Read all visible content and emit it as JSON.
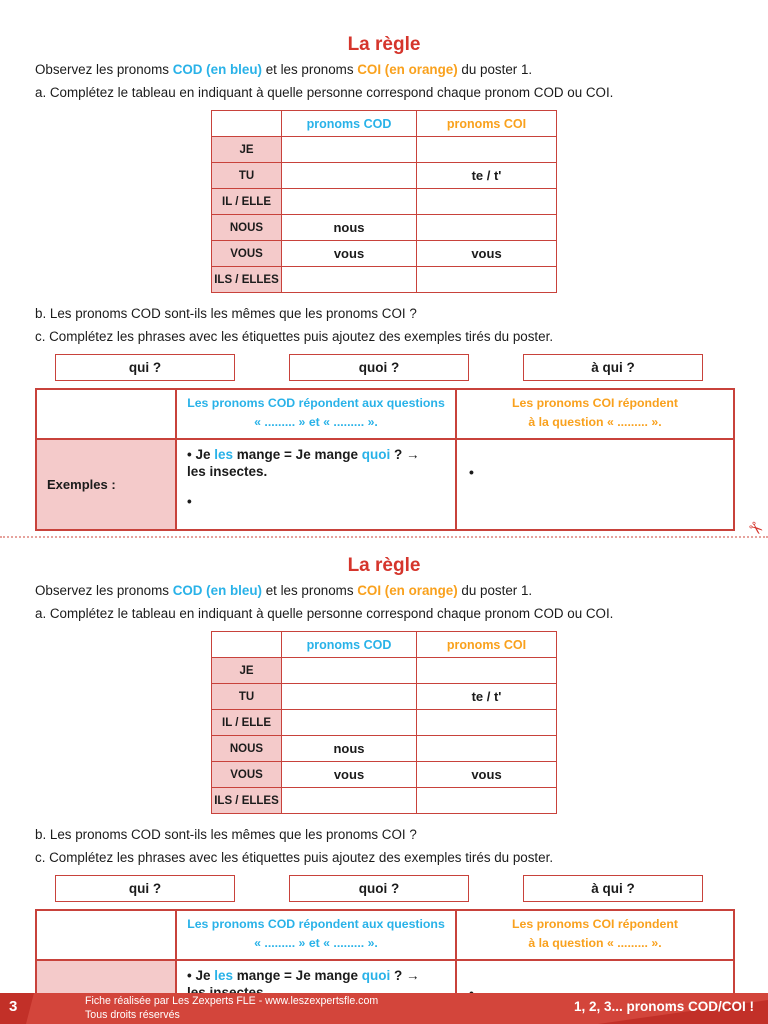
{
  "colors": {
    "red": "#d5352c",
    "blue": "#29b2e8",
    "orange": "#f9a11d",
    "pink": "#f4caca"
  },
  "sheet": {
    "title": "La règle",
    "intro": {
      "part1": "Observez les pronoms ",
      "cod": "COD (en bleu)",
      "part2": " et les pronoms ",
      "coi": "COI (en orange)",
      "part3": " du poster 1."
    },
    "instruction_a": "a. Complétez le tableau en indiquant à quelle personne correspond chaque pronom COD ou COI.",
    "pronoun_table": {
      "header_cod": "pronoms COD",
      "header_coi": "pronoms COI",
      "rows": [
        {
          "label": "JE",
          "cod": "",
          "coi": ""
        },
        {
          "label": "TU",
          "cod": "",
          "coi": "te / t'"
        },
        {
          "label": "IL / ELLE",
          "cod": "",
          "coi": ""
        },
        {
          "label": "NOUS",
          "cod": "nous",
          "coi": ""
        },
        {
          "label": "VOUS",
          "cod": "vous",
          "coi": "vous"
        },
        {
          "label": "ILS / ELLES",
          "cod": "",
          "coi": ""
        }
      ]
    },
    "instruction_b": "b. Les pronoms COD sont-ils les mêmes que les pronoms COI ?",
    "instruction_c": "c. Complétez les phrases avec les étiquettes puis ajoutez des exemples tirés du poster.",
    "labels": [
      "qui ?",
      "quoi ?",
      "à qui ?"
    ],
    "example_table": {
      "cod_header_line1": "Les pronoms COD répondent aux questions",
      "cod_header_line2": "« ......... » et « ......... ».",
      "coi_header_line1": "Les pronoms COI répondent",
      "coi_header_line2": "à la question « ......... ».",
      "row_label": "Exemples :",
      "cod_example": {
        "b1": "• Je ",
        "les": "les",
        "b2": " mange = Je mange ",
        "quoi": "quoi",
        "b3": " ? →",
        "line2": "les insectes.",
        "bullet2": "•"
      },
      "coi_example_bullet": "•"
    }
  },
  "divider": {
    "scissors_icon": "✂"
  },
  "footer": {
    "page_number": "3",
    "credit_line1": "Fiche réalisée par Les Zexperts FLE - www.leszexpertsfle.com",
    "credit_line2": "Tous droits réservés",
    "worksheet_title": "1, 2, 3... pronoms COD/COI !"
  }
}
